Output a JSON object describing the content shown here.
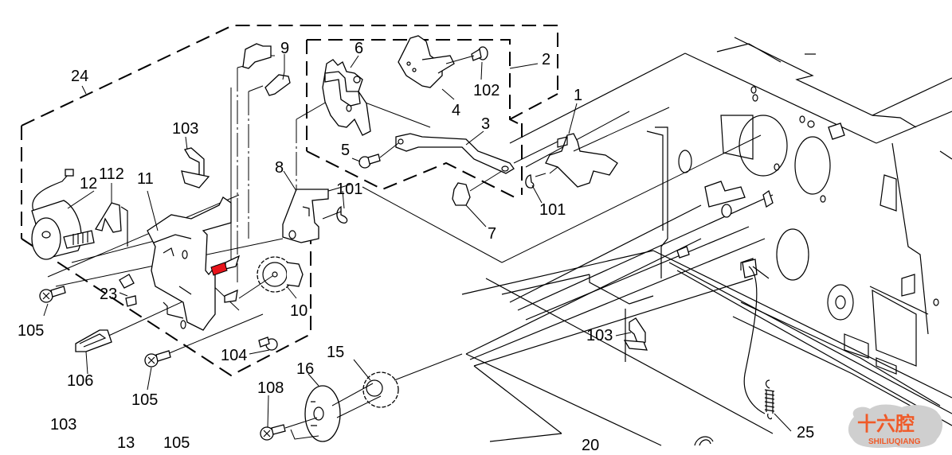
{
  "diagram": {
    "title": "Exploded parts view - drive assembly",
    "highlighted_part": "red-pin",
    "highlight_color": "#e8141b",
    "callouts": [
      {
        "id": "c24",
        "label": "24"
      },
      {
        "id": "c9",
        "label": "9"
      },
      {
        "id": "c6",
        "label": "6"
      },
      {
        "id": "c4",
        "label": "4"
      },
      {
        "id": "c102",
        "label": "102"
      },
      {
        "id": "c2",
        "label": "2"
      },
      {
        "id": "c1",
        "label": "1"
      },
      {
        "id": "c3",
        "label": "3"
      },
      {
        "id": "c5",
        "label": "5"
      },
      {
        "id": "c7",
        "label": "7"
      },
      {
        "id": "c101a",
        "label": "101"
      },
      {
        "id": "c101b",
        "label": "101"
      },
      {
        "id": "c103a",
        "label": "103"
      },
      {
        "id": "c112",
        "label": "112"
      },
      {
        "id": "c12",
        "label": "12"
      },
      {
        "id": "c11",
        "label": "11"
      },
      {
        "id": "c8",
        "label": "8"
      },
      {
        "id": "c10",
        "label": "10"
      },
      {
        "id": "c23",
        "label": "23"
      },
      {
        "id": "c105a",
        "label": "105"
      },
      {
        "id": "c106",
        "label": "106"
      },
      {
        "id": "c105b",
        "label": "105"
      },
      {
        "id": "c104",
        "label": "104"
      },
      {
        "id": "c15",
        "label": "15"
      },
      {
        "id": "c16",
        "label": "16"
      },
      {
        "id": "c108",
        "label": "108"
      },
      {
        "id": "c103b",
        "label": "103"
      },
      {
        "id": "c103c",
        "label": "103"
      },
      {
        "id": "c13",
        "label": "13"
      },
      {
        "id": "c105c",
        "label": "105"
      },
      {
        "id": "c20",
        "label": "20"
      },
      {
        "id": "c25",
        "label": "25"
      }
    ]
  },
  "watermark": {
    "text_cn": "十六腔",
    "text_en": "SHILIUQIANG",
    "color": "#f05a28"
  }
}
